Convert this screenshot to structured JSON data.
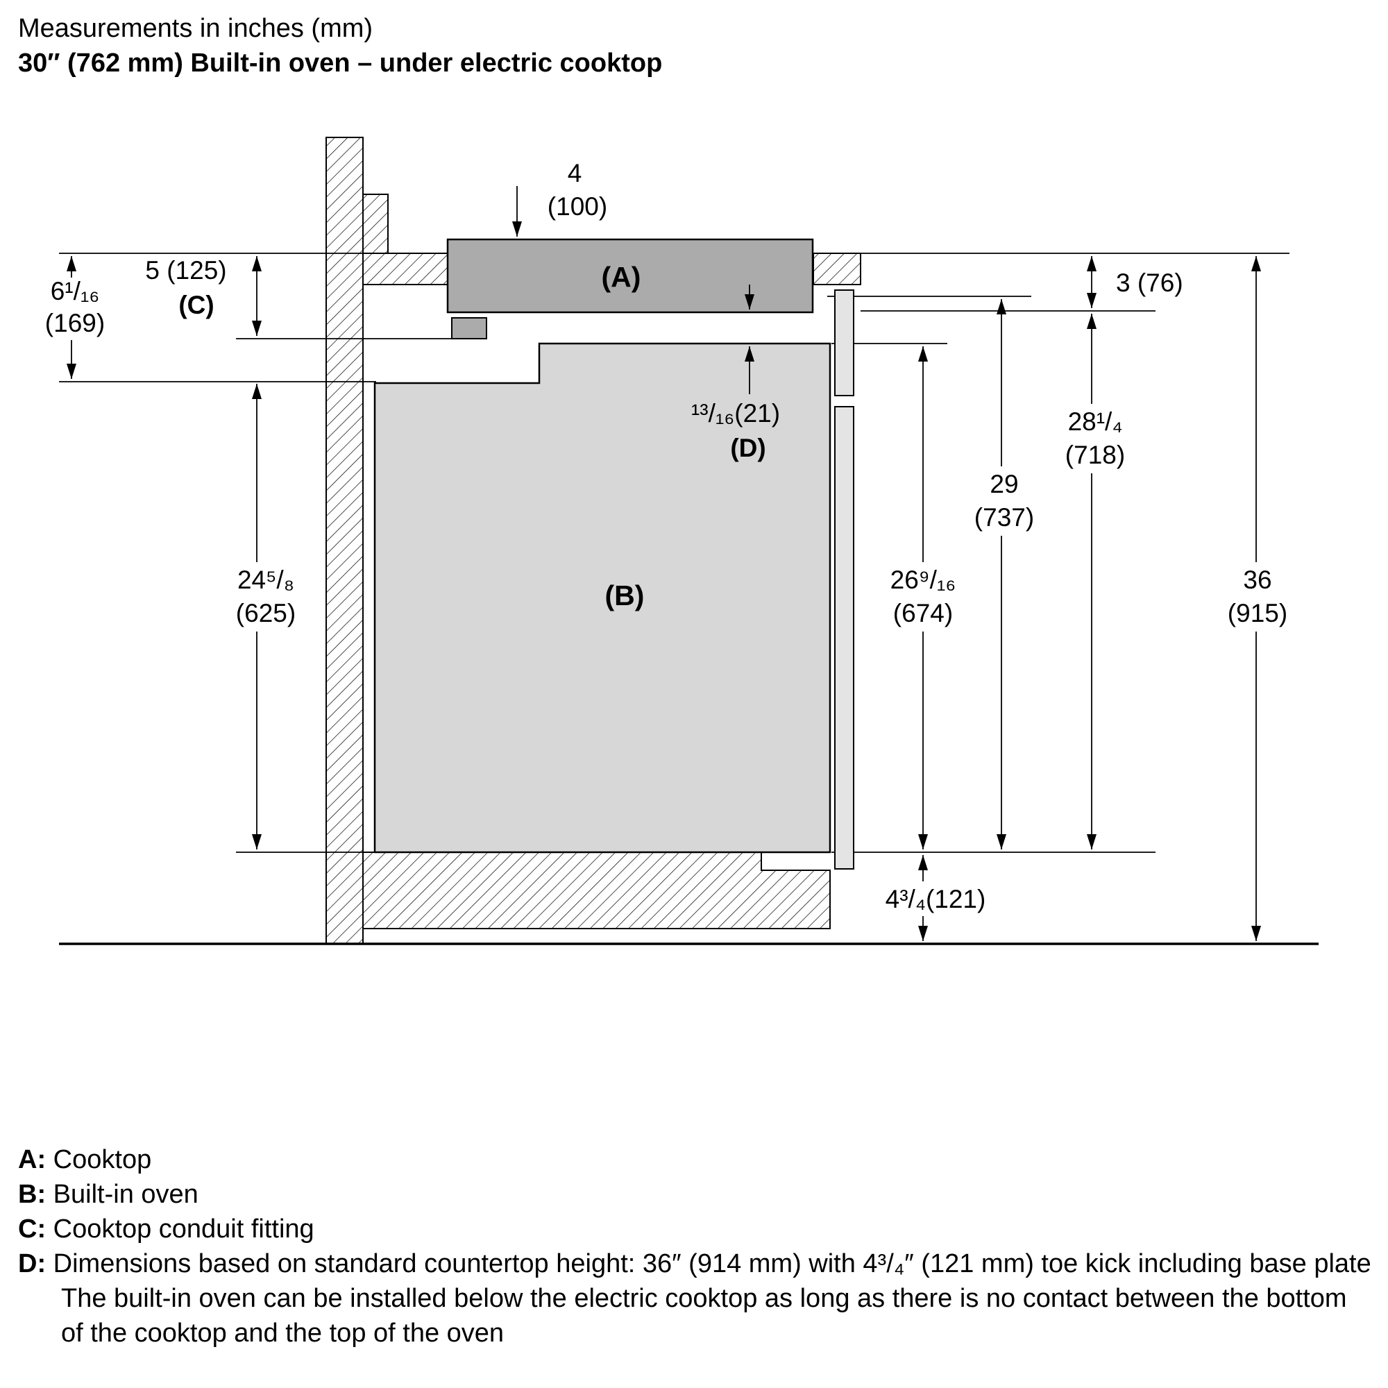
{
  "header": {
    "subtitle": "Measurements in inches (mm)",
    "title": "30″ (762 mm) Built-in oven – under electric cooktop"
  },
  "diagram": {
    "parts": {
      "a": "(A)",
      "b": "(B)",
      "c": "(C)",
      "d": "(D)"
    },
    "dims": {
      "cooktop_depth_in": "4",
      "cooktop_depth_mm": "(100)",
      "counter_to_conduit": "5 (125)",
      "counter_to_oven_top_in": "6¹/₁₆",
      "counter_to_oven_top_mm": "(169)",
      "oven_height_in": "24⁵/₈",
      "oven_height_mm": "(625)",
      "gap_d": "¹³/₁₆(21)",
      "counter_to_cooktop_bottom": "3 (76)",
      "dim_718_in": "28¹/₄",
      "dim_718_mm": "(718)",
      "dim_737_in": "29",
      "dim_737_mm": "(737)",
      "dim_674_in": "26⁹/₁₆",
      "dim_674_mm": "(674)",
      "counter_height_in": "36",
      "counter_height_mm": "(915)",
      "toe_kick": "4³/₄(121)"
    }
  },
  "legend": {
    "items": [
      {
        "key": "A:",
        "text": "Cooktop"
      },
      {
        "key": "B:",
        "text": "Built-in oven"
      },
      {
        "key": "C:",
        "text": "Cooktop conduit fitting"
      },
      {
        "key": "D:",
        "text": "Dimensions based on standard countertop height: 36″ (914 mm) with 4³/₄″ (121 mm) toe kick including base plate"
      }
    ],
    "note": "The built-in oven can be installed below the electric cooktop as long as there is no contact between the bottom of the cooktop and the top of the oven"
  }
}
